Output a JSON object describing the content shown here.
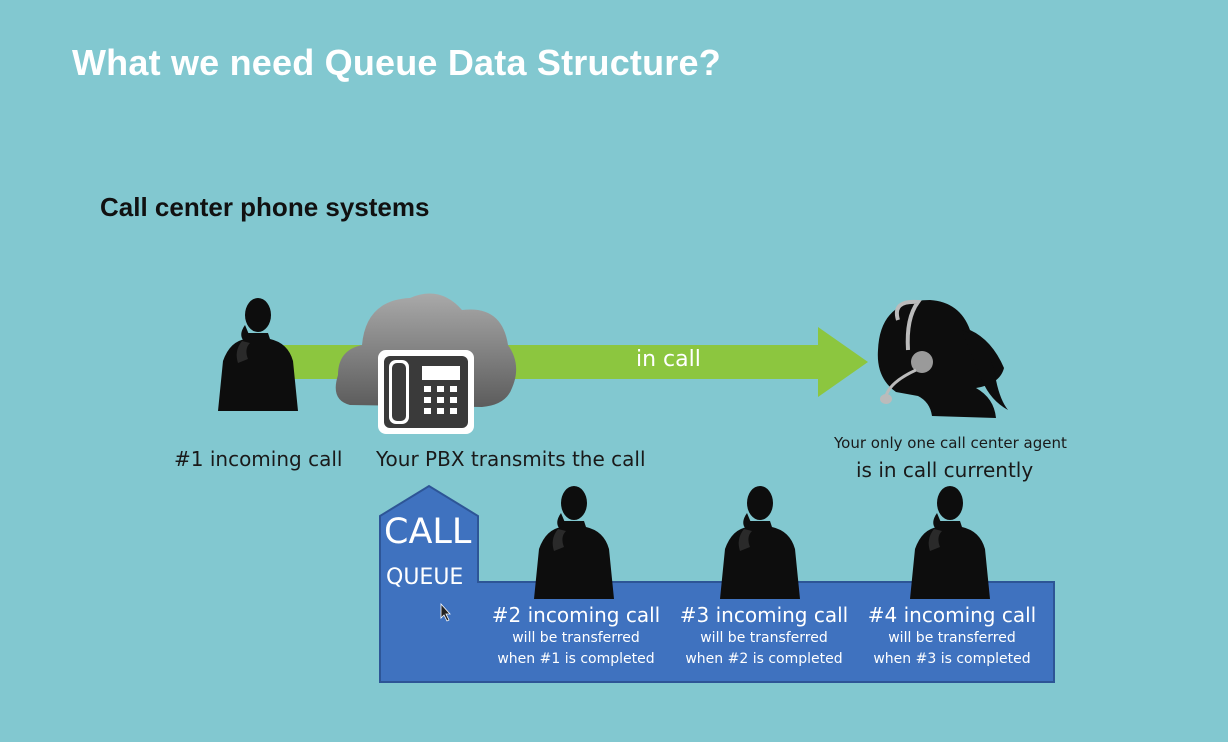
{
  "slide": {
    "title": "What we need Queue Data Structure?",
    "subtitle": "Call center phone systems"
  },
  "labels": {
    "caller": "#1 incoming call",
    "pbx": "Your PBX transmits the call",
    "arrow": "in call",
    "agent_line1": "Your only one call center agent",
    "agent_line2": "is in call currently"
  },
  "queue": {
    "title": "CALL",
    "subtitle": "QUEUE",
    "calls": [
      {
        "name": "#2 incoming call",
        "line1": "will be transferred",
        "line2": "when #1 is completed"
      },
      {
        "name": "#3 incoming call",
        "line1": "will be transferred",
        "line2": "when #2 is completed"
      },
      {
        "name": "#4 incoming call",
        "line1": "will be transferred",
        "line2": "when #3 is completed"
      }
    ]
  },
  "colors": {
    "background": "#82c8d0",
    "arrow": "#8cc63f",
    "queue_box": "#3f72bf",
    "silhouette": "#0d0d0d",
    "cloud": "#7a7a7a"
  },
  "icons": [
    "person-silhouette-icon",
    "cloud-icon",
    "desk-phone-icon",
    "headset-agent-icon",
    "mouse-cursor-icon"
  ]
}
